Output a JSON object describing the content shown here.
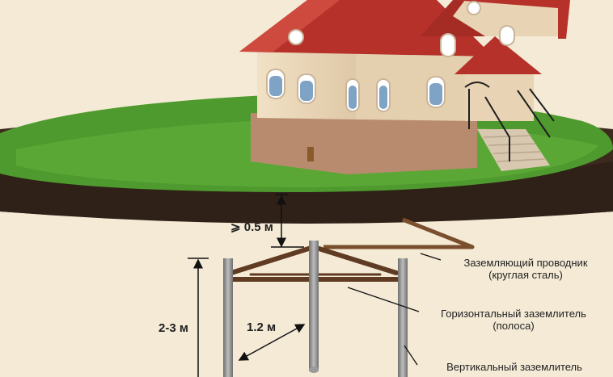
{
  "dimensions": {
    "depth": "⩾ 0.5 м",
    "rod_length": "2-3 м",
    "spacing": "1.2 м"
  },
  "labels": {
    "conductor": {
      "title": "Заземляющий проводник",
      "subtitle": "(круглая сталь)"
    },
    "horizontal": {
      "title": "Горизонтальный заземлитель",
      "subtitle": "(полоса)"
    },
    "vertical": {
      "title": "Вертикальный заземлитель"
    }
  },
  "colors": {
    "background": "#f4ead6",
    "grass": "#4f9a2f",
    "soil": "#3b2a1d",
    "roof": "#b5312a",
    "wall": "#ead7b8",
    "plinth": "#b88b6f",
    "steel_rod": "#8f8f8f",
    "strip": "#5e3b22",
    "conductor": "#7a4f2d"
  }
}
